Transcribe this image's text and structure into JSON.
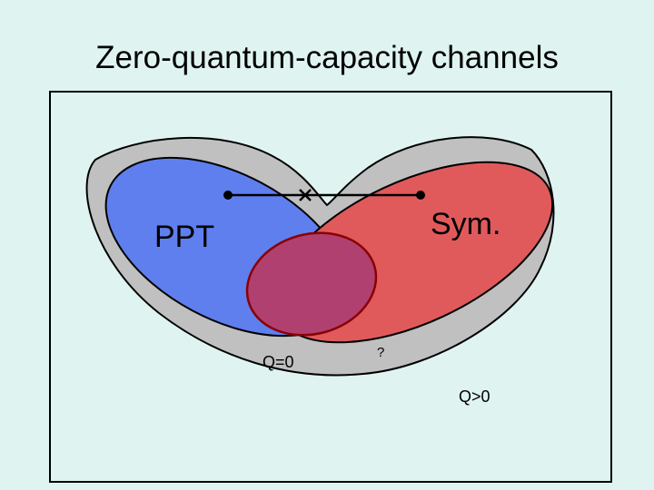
{
  "slide": {
    "title": "Zero-quantum-capacity channels"
  },
  "diagram": {
    "regions": {
      "ppt": {
        "label": "PPT",
        "color": "#5f7fee"
      },
      "sym": {
        "label": "Sym.",
        "color": "#e05a5c"
      },
      "overlap": {
        "color": "#b04070"
      },
      "zero_q": {
        "label": "Q=0",
        "color": "#c0c0c0"
      }
    },
    "annotations": {
      "question": "?",
      "q_positive": "Q>0"
    },
    "background_color": "#dff4f1",
    "frame_color": "#000000"
  }
}
